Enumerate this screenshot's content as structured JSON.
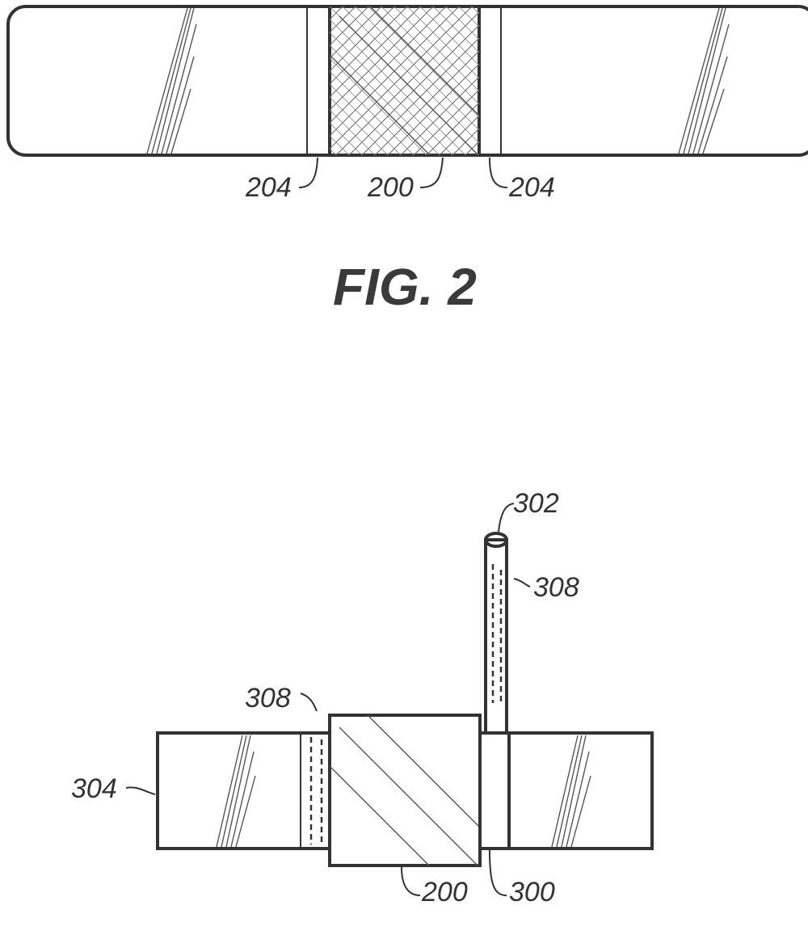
{
  "figure": {
    "caption": "FIG. 2"
  },
  "fig2": {
    "labels": {
      "left_seal": "204",
      "center_core": "200",
      "right_seal": "204"
    }
  },
  "fig3": {
    "labels": {
      "tube_tip": "302",
      "tube_marks": "308",
      "left_marks": "308",
      "left_body": "304",
      "center_core": "200",
      "right_band": "300"
    }
  }
}
